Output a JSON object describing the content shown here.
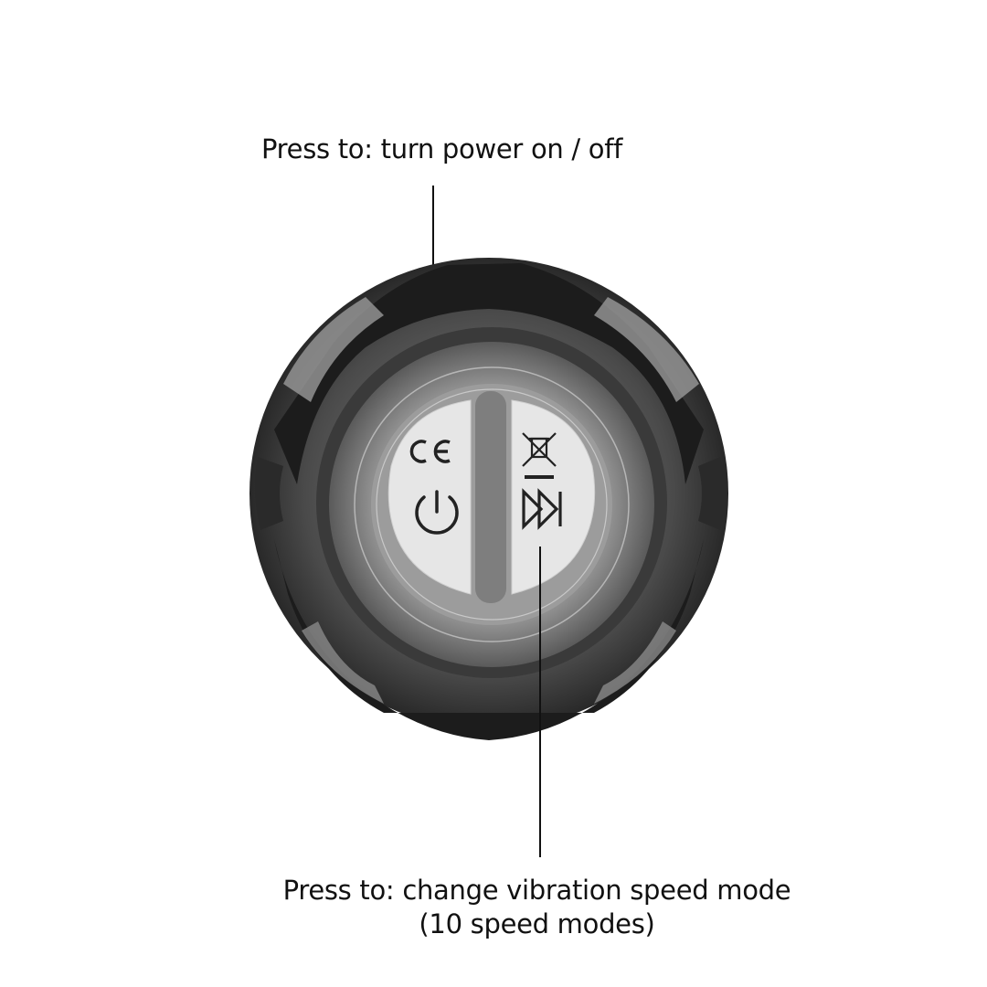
{
  "callouts": {
    "power": {
      "text": "Press to: turn power on / off",
      "target_icon": "power-icon"
    },
    "speed": {
      "line1": "Press to: change vibration speed mode",
      "line2": "(10 speed modes)",
      "target_icon": "fast-forward-icon"
    }
  },
  "device": {
    "buttons": [
      {
        "name": "power-button",
        "icons": [
          "ce-mark-icon",
          "power-icon"
        ]
      },
      {
        "name": "speed-mode-button",
        "icons": [
          "weee-bin-crossed-icon",
          "fast-forward-icon"
        ]
      }
    ]
  },
  "colors": {
    "background": "#ffffff",
    "text": "#111111",
    "body_dark": "#1e1e1e",
    "body_mid": "#6a6a6a",
    "button_face": "#e6e6e6"
  }
}
